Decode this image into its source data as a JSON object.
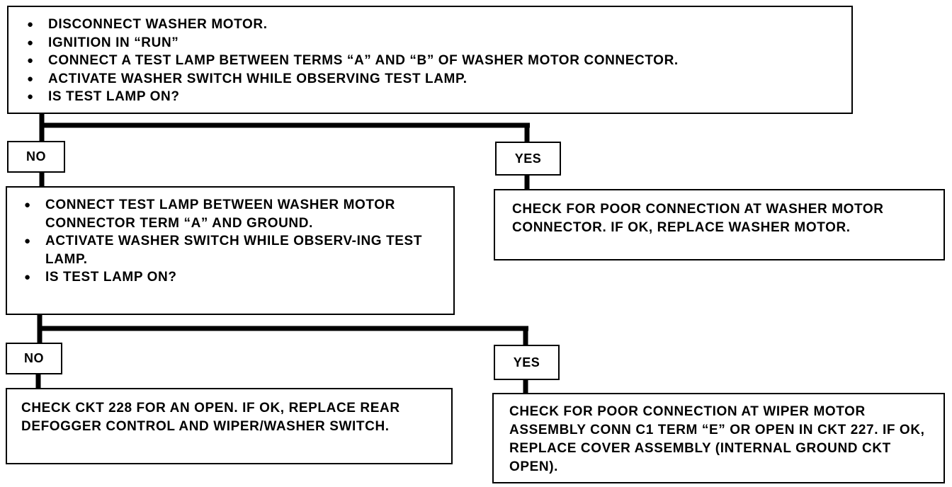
{
  "step1": {
    "bullets": [
      "DISCONNECT WASHER MOTOR.",
      "IGNITION IN “RUN”",
      "CONNECT A TEST LAMP BETWEEN TERMS “A” AND “B” OF WASHER MOTOR CONNECTOR.",
      "ACTIVATE WASHER SWITCH WHILE OBSERVING TEST LAMP.",
      "IS TEST LAMP ON?"
    ]
  },
  "labels": {
    "no": "NO",
    "yes": "YES"
  },
  "step2": {
    "bullets": [
      "CONNECT TEST LAMP BETWEEN WASHER MOTOR CONNECTOR TERM “A” AND GROUND.",
      "ACTIVATE WASHER SWITCH WHILE OBSERV-ING TEST LAMP.",
      "IS TEST LAMP ON?"
    ]
  },
  "result_yes_1": "CHECK FOR POOR CONNECTION AT WASHER MOTOR CONNECTOR.  IF OK, REPLACE WASHER MOTOR.",
  "result_no_2": "CHECK CKT 228 FOR AN OPEN. IF OK, REPLACE REAR DEFOGGER CONTROL AND WIPER/WASHER SWITCH.",
  "result_yes_2": "CHECK FOR POOR CONNECTION AT WIPER MOTOR ASSEMBLY CONN C1 TERM “E” OR OPEN IN CKT 227.  IF OK, REPLACE COVER ASSEMBLY (INTERNAL GROUND CKT OPEN)."
}
